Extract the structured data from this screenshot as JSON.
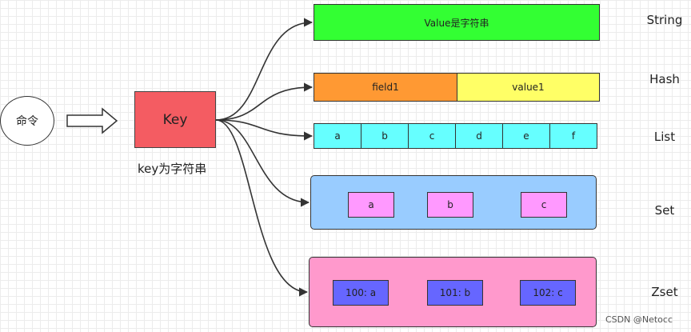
{
  "command": {
    "label": "命令"
  },
  "key": {
    "label": "Key",
    "caption": "key为字符串"
  },
  "types": {
    "string": {
      "name": "String",
      "value": "Value是字符串"
    },
    "hash": {
      "name": "Hash",
      "field": "field1",
      "value": "value1"
    },
    "list": {
      "name": "List",
      "items": [
        "a",
        "b",
        "c",
        "d",
        "e",
        "f"
      ]
    },
    "set": {
      "name": "Set",
      "members": [
        "a",
        "b",
        "c"
      ]
    },
    "zset": {
      "name": "Zset",
      "members": [
        "100: a",
        "101: b",
        "102: c"
      ]
    }
  },
  "watermark": "CSDN @Netocc",
  "colors": {
    "key": "#f45c62",
    "string": "#33ff33",
    "hash_field": "#ff9933",
    "hash_value": "#ffff66",
    "list": "#66ffff",
    "set_container": "#99ccff",
    "set_item": "#ff99ff",
    "zset_container": "#ff99cc",
    "zset_item": "#6666ff"
  }
}
